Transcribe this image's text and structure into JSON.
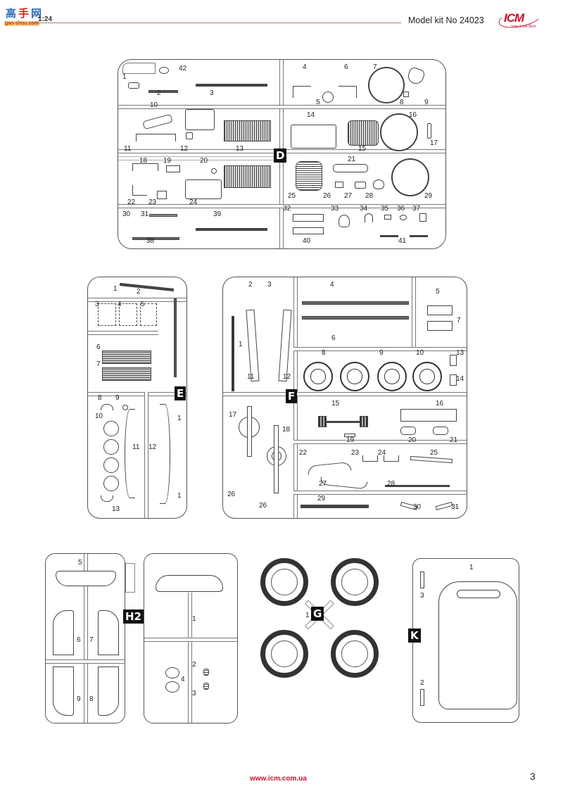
{
  "header": {
    "site_logo": {
      "chars": [
        "高",
        "手",
        "网"
      ],
      "url_text": "gao-shou.com",
      "scale_text": "1:24"
    },
    "kit_label": "Model kit No 24023",
    "brand_logo": {
      "text": "ICM",
      "tagline": "Vote in the Best"
    }
  },
  "sprues": {
    "D": {
      "badge": "D",
      "part_labels": [
        "1",
        "2",
        "3",
        "4",
        "5",
        "6",
        "7",
        "8",
        "9",
        "10",
        "11",
        "12",
        "13",
        "14",
        "15",
        "16",
        "17",
        "18",
        "19",
        "20",
        "21",
        "22",
        "23",
        "24",
        "25",
        "26",
        "27",
        "28",
        "29",
        "30",
        "31",
        "32",
        "33",
        "34",
        "35",
        "36",
        "37",
        "38",
        "39",
        "40",
        "41",
        "42"
      ]
    },
    "E": {
      "badge": "E",
      "part_labels": [
        "1",
        "2",
        "3",
        "4",
        "5",
        "6",
        "7",
        "8",
        "9",
        "10",
        "11",
        "12",
        "13",
        "1"
      ]
    },
    "F": {
      "badge": "F",
      "part_labels": [
        "1",
        "2",
        "3",
        "4",
        "5",
        "6",
        "7",
        "8",
        "9",
        "10",
        "11",
        "12",
        "13",
        "14",
        "15",
        "16",
        "17",
        "18",
        "19",
        "20",
        "21",
        "22",
        "23",
        "24",
        "25",
        "26",
        "26",
        "27",
        "28",
        "29",
        "30",
        "31"
      ]
    },
    "H2": {
      "badge": "H2",
      "part_labels": [
        "1",
        "2",
        "3",
        "4",
        "5",
        "6",
        "7",
        "8",
        "9"
      ]
    },
    "G": {
      "badge": "G",
      "part_labels": [
        "1"
      ]
    },
    "K": {
      "badge": "K",
      "part_labels": [
        "1",
        "2",
        "3"
      ]
    }
  },
  "footer": {
    "url": "www.icm.com.ua",
    "page_number": "3"
  }
}
